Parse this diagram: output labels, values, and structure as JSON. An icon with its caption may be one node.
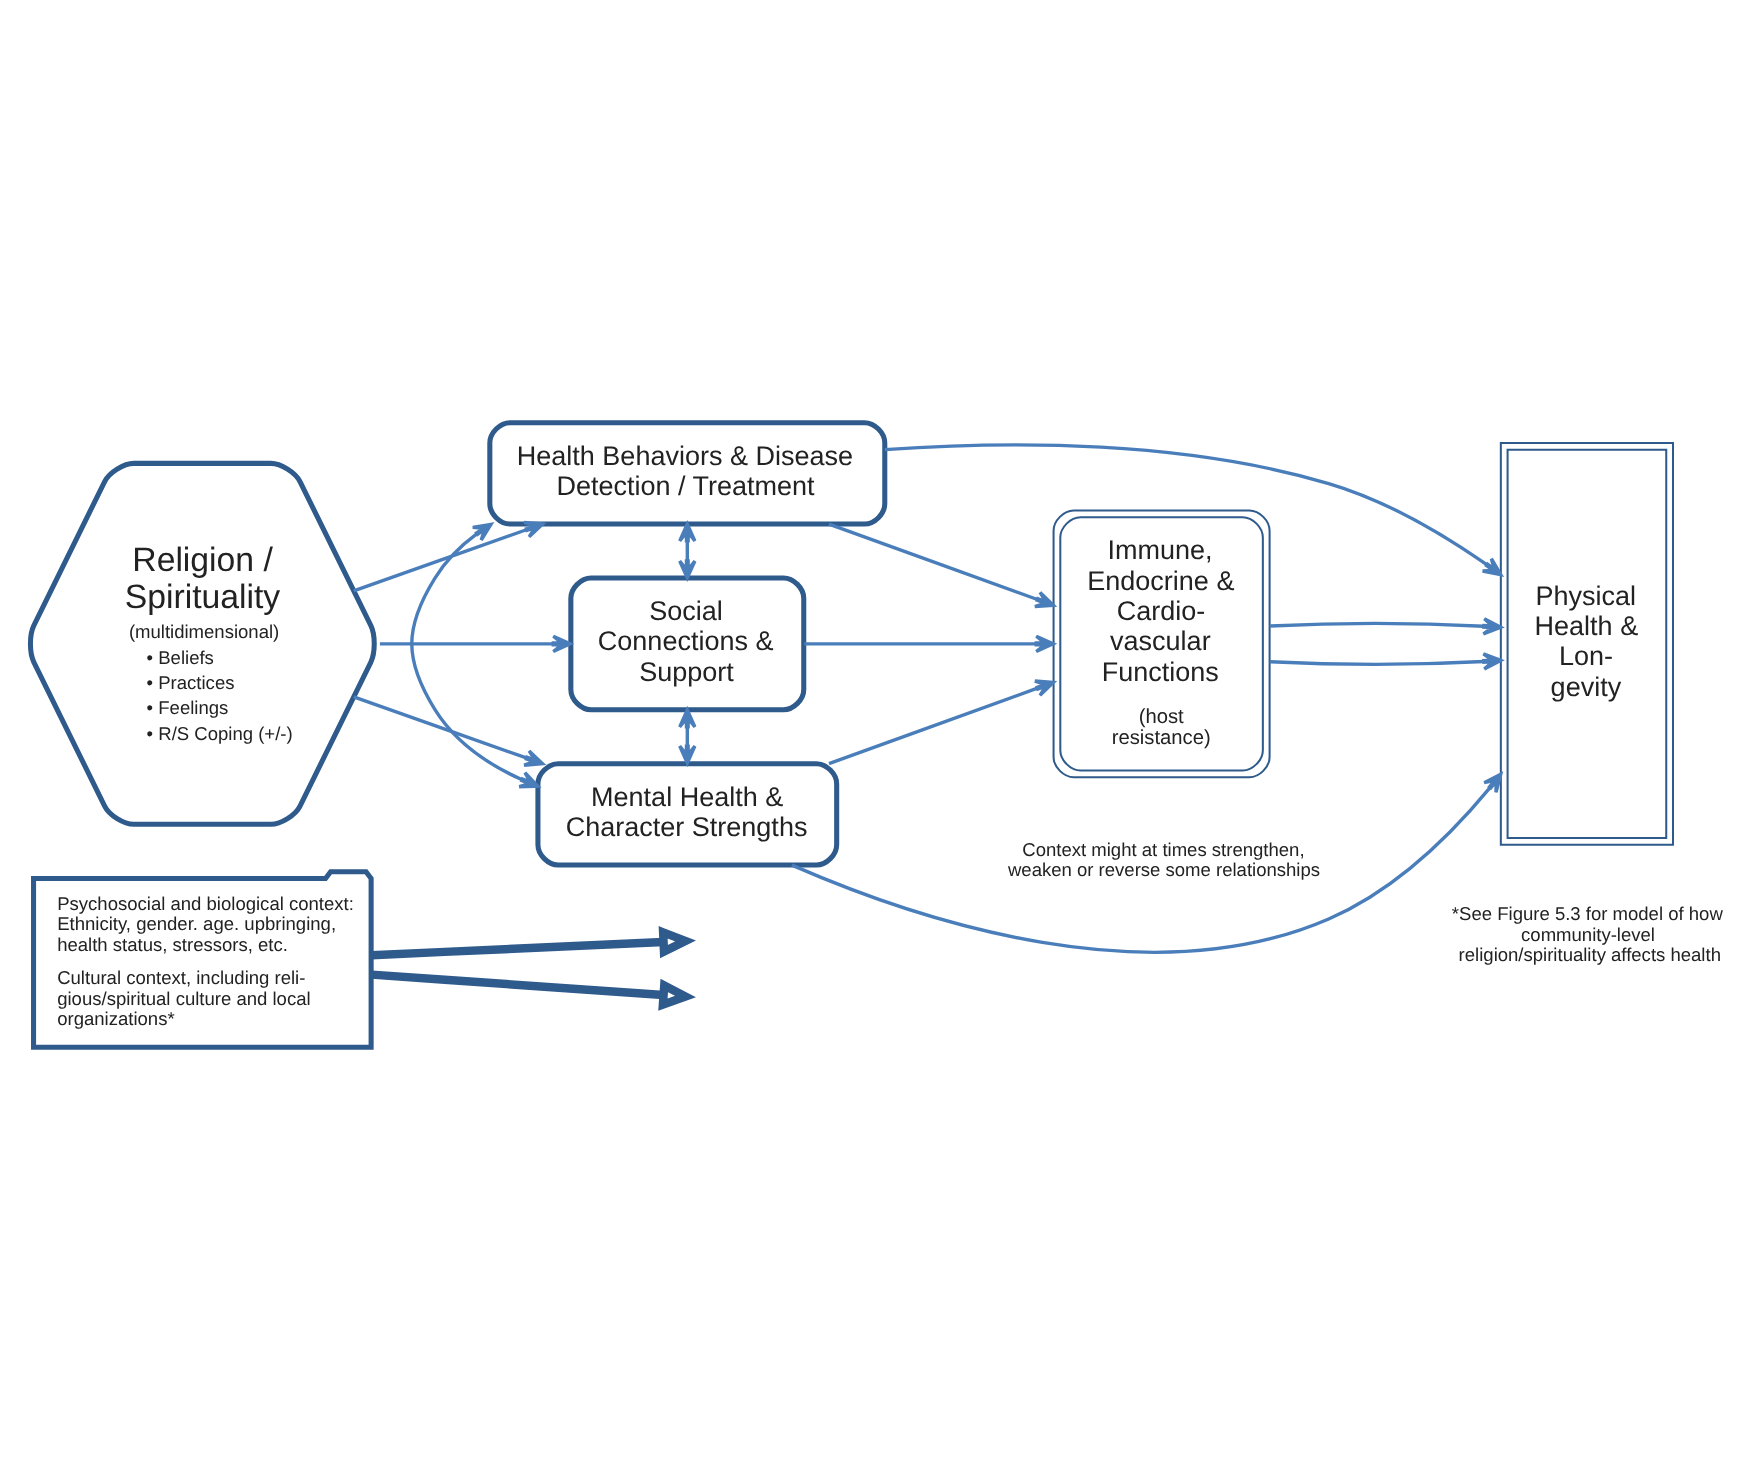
{
  "diagram": {
    "nodes": [
      {
        "text": [
          "Religion / Spirituality",
          "(multidimensional)",
          "• Beliefs",
          "• Practices",
          "• Feelings",
          "• R/S Coping (+/-)"
        ]
      },
      {
        "text": [
          "Health Behaviors & Disease Detection / Treatment"
        ]
      },
      {
        "text": [
          "Social Connections & Support"
        ]
      },
      {
        "text": [
          "Mental Health & Character Strengths"
        ]
      },
      {
        "text": [
          "Immune, Endocrine & Cardio- vascular Functions",
          "(host resistance)"
        ]
      },
      {
        "text": [
          "Physical Health & Lon- gevity"
        ]
      },
      {
        "text": [
          "Psychosocial and biological context: Ethnicity, gender. age. upbringing, health status, stressors, etc.",
          "Cultural context, including reli- gious/spiritual culture and local organizations*"
        ]
      }
    ],
    "edges": [
      {
        "from": 0,
        "to": 1,
        "arrow": "to"
      },
      {
        "from": 0,
        "to": 2,
        "arrow": "to"
      },
      {
        "from": 0,
        "to": 3,
        "arrow": "to"
      },
      {
        "from": 1,
        "to": 2,
        "arrow": "both"
      },
      {
        "from": 2,
        "to": 3,
        "arrow": "both"
      },
      {
        "from": 1,
        "to": 3,
        "arrow": "both"
      },
      {
        "from": 1,
        "to": 4,
        "arrow": "to"
      },
      {
        "from": 2,
        "to": 4,
        "arrow": "to"
      },
      {
        "from": 3,
        "to": 4,
        "arrow": "to"
      },
      {
        "from": 1,
        "to": 5,
        "arrow": "to"
      },
      {
        "from": 4,
        "to": 5,
        "arrow": "to"
      },
      {
        "from": 4,
        "to": 5,
        "arrow": "to"
      },
      {
        "from": 3,
        "to": 5,
        "arrow": "to"
      },
      {
        "from": 6,
        "to": null,
        "arrow": "to",
        "style": "thick"
      },
      {
        "from": 6,
        "to": null,
        "arrow": "to",
        "style": "thick"
      }
    ],
    "labels": [
      "Context might at times strengthen, weaken or reverse some relationships",
      "*See Figure 5.3 for model of how community-level religion/spirituality affects health"
    ]
  }
}
